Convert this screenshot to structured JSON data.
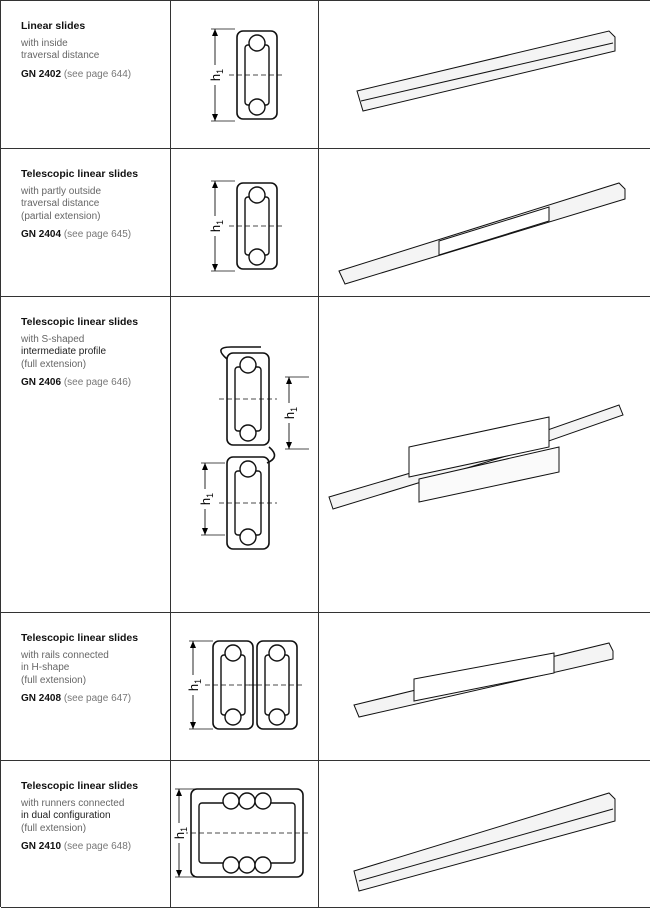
{
  "rows": [
    {
      "title": "Linear slides",
      "desc": [
        "with inside",
        "traversal distance"
      ],
      "code": "GN 2402",
      "ref": "(see page 644)",
      "dim": "h1"
    },
    {
      "title": "Telescopic linear slides",
      "desc": [
        "with partly outside",
        "traversal distance",
        "(partial extension)"
      ],
      "code": "GN 2404",
      "ref": "(see page 645)",
      "dim": "h1"
    },
    {
      "title": "Telescopic linear slides",
      "desc": [
        "with S-shaped",
        "intermediate profile",
        "(full extension)"
      ],
      "code": "GN 2406",
      "ref": "(see page 646)",
      "dim": "h1"
    },
    {
      "title": "Telescopic linear slides",
      "desc": [
        "with rails connected",
        "in H-shape",
        "(full extension)"
      ],
      "code": "GN 2408",
      "ref": "(see page 647)",
      "dim": "h1"
    },
    {
      "title": "Telescopic linear slides",
      "desc": [
        "with runners connected",
        "in dual configuration",
        "(full extension)"
      ],
      "code": "GN 2410",
      "ref": "(see page 648)",
      "dim": "h1"
    }
  ]
}
